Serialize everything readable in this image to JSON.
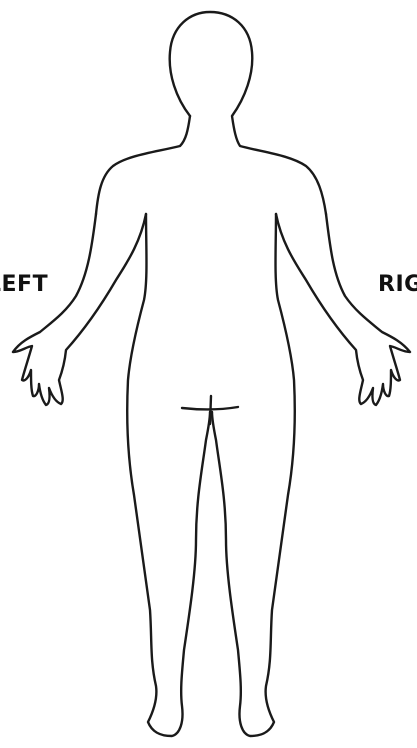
{
  "labels": {
    "left": "LEFT",
    "right": "RIGHT"
  },
  "colors": {
    "background": "#ffffff",
    "outline": "#1a1a1a",
    "text": "#111111"
  },
  "icons": {
    "figure": "human-body-outline-front"
  }
}
